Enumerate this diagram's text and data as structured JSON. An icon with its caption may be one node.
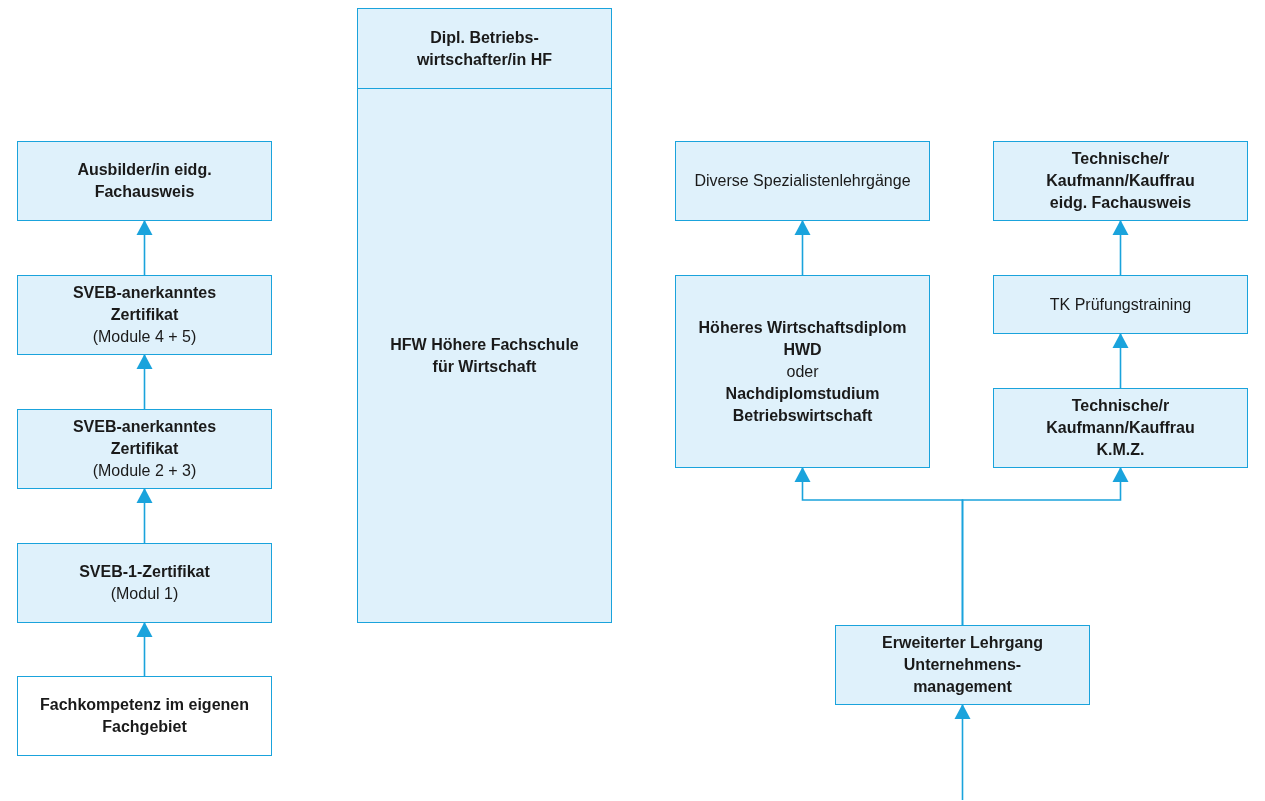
{
  "diagram": {
    "nodes": [
      {
        "text": [
          "Ausbilder/in eidg. Fachausweis"
        ]
      },
      {
        "text": [
          "SVEB-anerkanntes Zertifikat",
          "(Module 4 + 5)"
        ]
      },
      {
        "text": [
          "SVEB-anerkanntes Zertifikat",
          "(Module 2 + 3)"
        ]
      },
      {
        "text": [
          "SVEB-1-Zertifikat",
          "(Modul 1)"
        ]
      },
      {
        "text": [
          "Fachkompetenz im eigenen Fachgebiet"
        ]
      },
      {
        "text": [
          "Dipl. Betriebs- wirtschafter/in HF",
          "HFW Höhere Fachschule für Wirtschaft"
        ]
      },
      {
        "text": [
          "Diverse Spezialistenlehrgänge"
        ]
      },
      {
        "text": [
          "Technische/r Kaufmann/Kauffrau eidg. Fachausweis"
        ]
      },
      {
        "text": [
          "Höheres Wirtschaftsdiplom HWD",
          "oder",
          "Nachdiplomstudium Betriebswirtschaft"
        ]
      },
      {
        "text": [
          "TK Prüfungstraining"
        ]
      },
      {
        "text": [
          "Technische/r Kaufmann/Kauffrau K.M.Z."
        ]
      },
      {
        "text": [
          "Erweiterter Lehrgang Unternehmens- management"
        ]
      }
    ],
    "edges": [
      {
        "from": 4,
        "to": 3,
        "arrow": "to"
      },
      {
        "from": 3,
        "to": 2,
        "arrow": "to"
      },
      {
        "from": 2,
        "to": 1,
        "arrow": "to"
      },
      {
        "from": 1,
        "to": 0,
        "arrow": "to"
      },
      {
        "from": 8,
        "to": 6,
        "arrow": "to"
      },
      {
        "from": 10,
        "to": 9,
        "arrow": "to"
      },
      {
        "from": 9,
        "to": 7,
        "arrow": "to"
      },
      {
        "from": 11,
        "to": 8,
        "arrow": "to"
      },
      {
        "from": 11,
        "to": 10,
        "arrow": "to"
      },
      {
        "from": null,
        "to": 11,
        "arrow": "to"
      }
    ]
  }
}
